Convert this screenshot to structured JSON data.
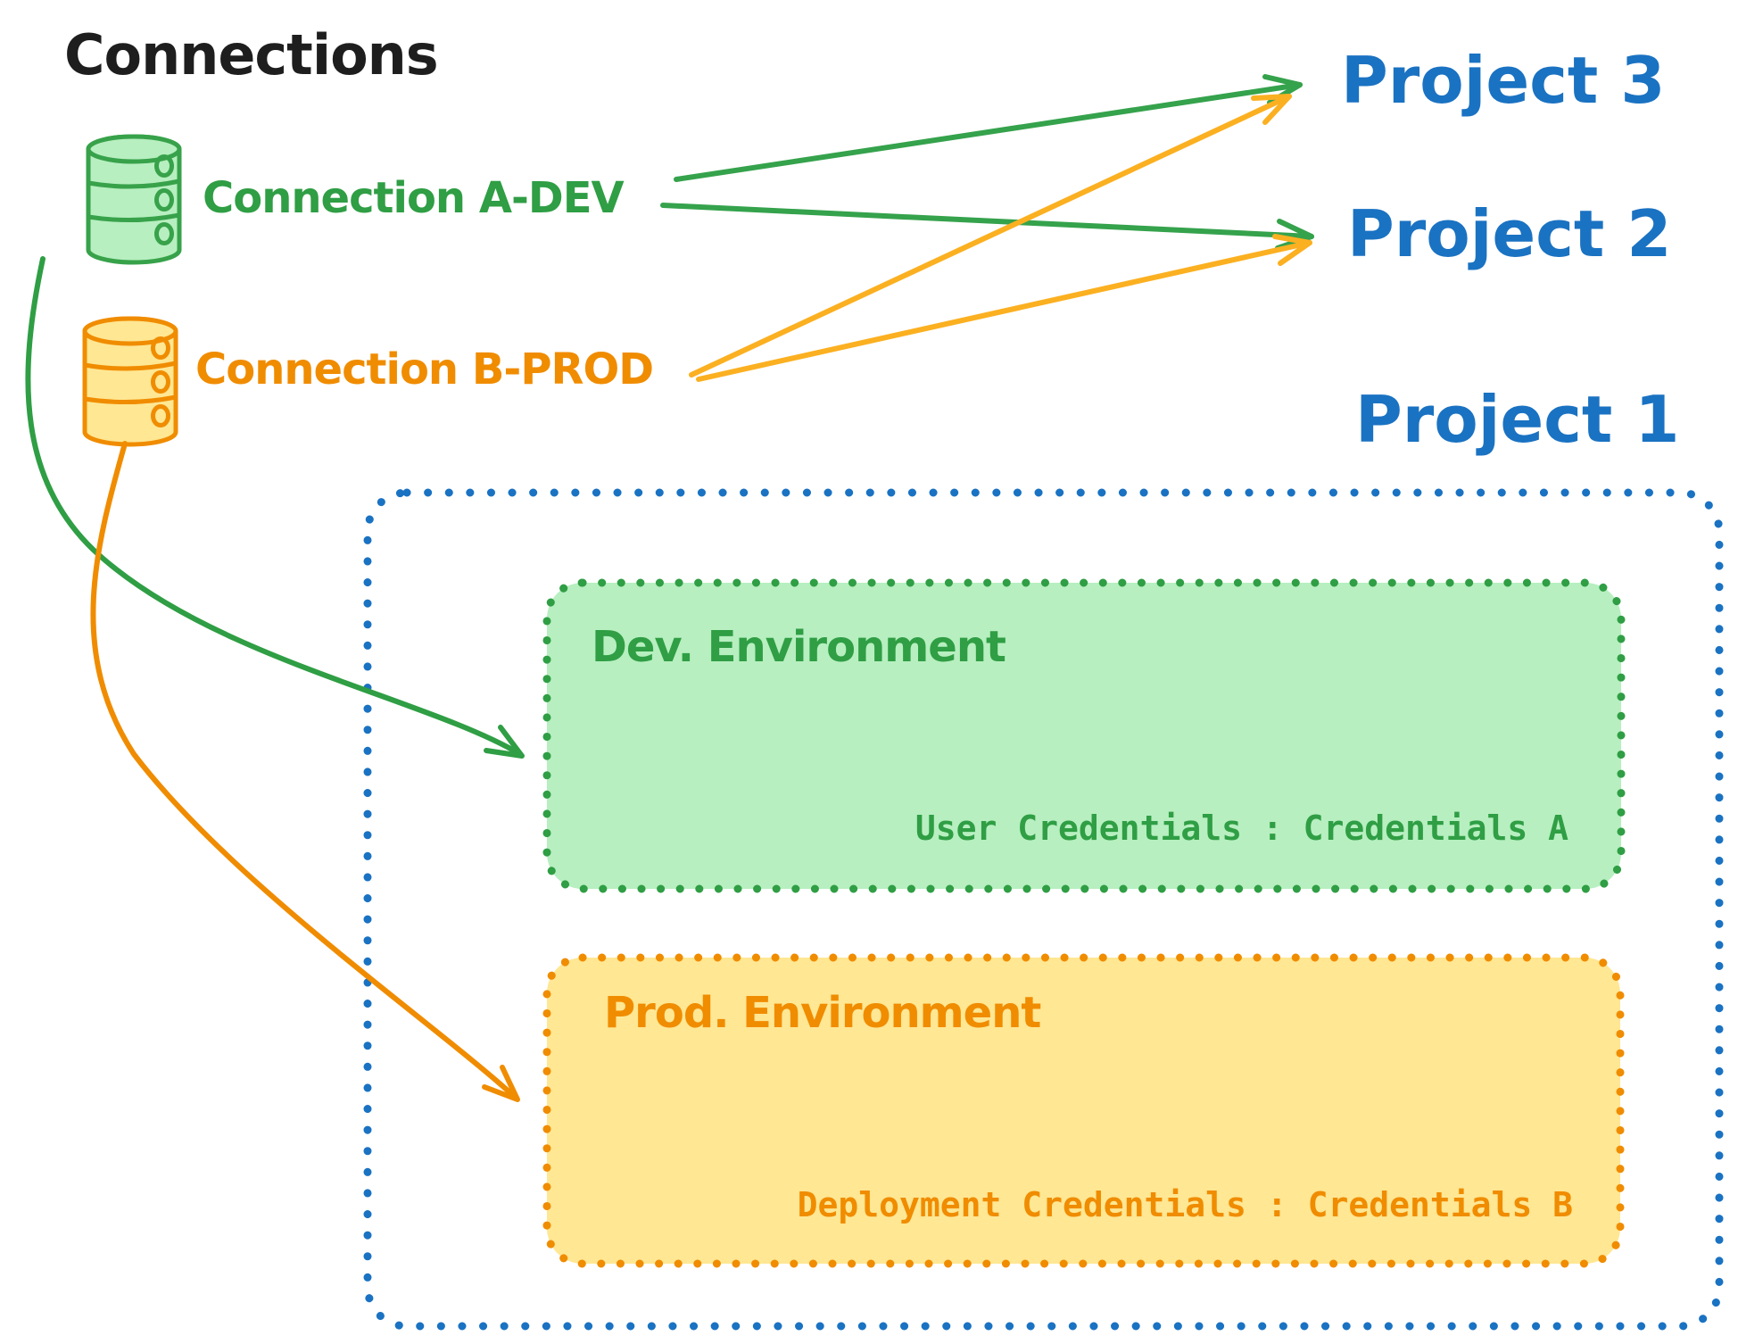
{
  "title": "Connections",
  "connections": {
    "a_dev": {
      "label": "Connection A-DEV",
      "color": "#2f9e44",
      "icon": "database-icon"
    },
    "b_prod": {
      "label": "Connection B-PROD",
      "color": "#f08c00",
      "icon": "database-icon"
    }
  },
  "projects": {
    "p3": {
      "label": "Project 3"
    },
    "p2": {
      "label": "Project 2"
    },
    "p1": {
      "label": "Project 1"
    }
  },
  "environments": {
    "dev": {
      "label": "Dev. Environment",
      "credentials": "User Credentials : Credentials A"
    },
    "prod": {
      "label": "Prod. Environment",
      "credentials": "Deployment Credentials : Credentials B"
    }
  },
  "edges": [
    {
      "from": "Connection A-DEV",
      "to": "Project 3"
    },
    {
      "from": "Connection A-DEV",
      "to": "Project 2"
    },
    {
      "from": "Connection B-PROD",
      "to": "Project 3"
    },
    {
      "from": "Connection B-PROD",
      "to": "Project 2"
    },
    {
      "from": "Connection A-DEV",
      "to": "Dev. Environment"
    },
    {
      "from": "Connection B-PROD",
      "to": "Prod. Environment"
    }
  ],
  "colors": {
    "ink": "#1e1e1e",
    "blue": "#1a72c2",
    "green": "#2f9e44",
    "green_fill": "#b7efc0",
    "orange": "#f08c00",
    "orange_arrow": "#fbb021",
    "yellow_fill": "#ffe793"
  }
}
